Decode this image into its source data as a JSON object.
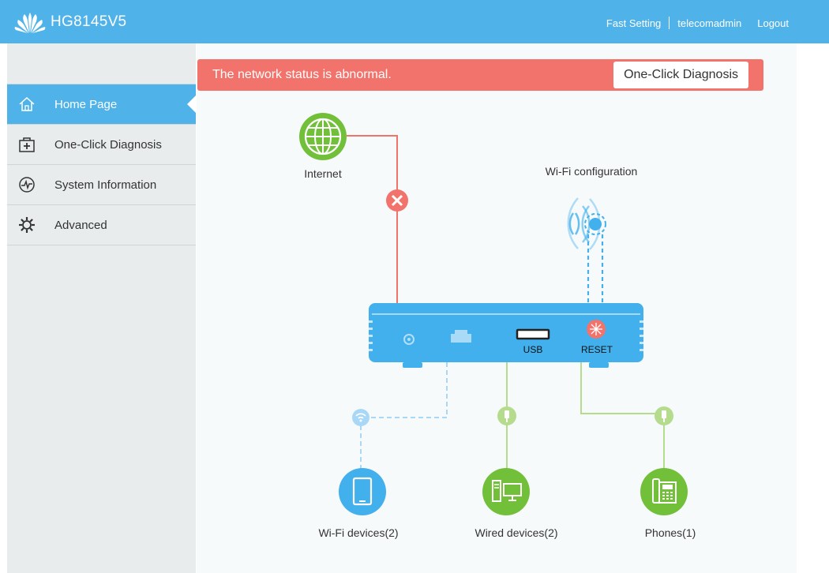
{
  "header": {
    "product_name": "HG8145V5",
    "links": {
      "fast_setting": "Fast Setting",
      "user": "telecomadmin",
      "logout": "Logout"
    }
  },
  "sidebar": {
    "items": [
      {
        "label": "Home Page",
        "icon": "home-icon",
        "active": true
      },
      {
        "label": "One-Click Diagnosis",
        "icon": "diagnosis-kit-icon"
      },
      {
        "label": "System Information",
        "icon": "pulse-icon"
      },
      {
        "label": "Advanced",
        "icon": "gear-icon"
      }
    ]
  },
  "alert": {
    "message": "The network status is abnormal.",
    "button_label": "One-Click Diagnosis"
  },
  "topology": {
    "internet_label": "Internet",
    "wifi_config_label": "Wi-Fi configuration",
    "usb_label": "USB",
    "reset_label": "RESET",
    "wifi_devices_label": "Wi-Fi devices(2)",
    "wired_devices_label": "Wired devices(2)",
    "phones_label": "Phones(1)"
  },
  "colors": {
    "brand_blue": "#4fb3ea",
    "error_red": "#f2736b",
    "ok_green": "#72c03a",
    "wifi_blue": "#41b0ec"
  }
}
